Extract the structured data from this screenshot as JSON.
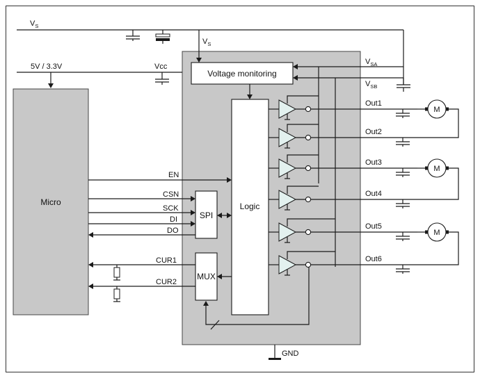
{
  "colors": {
    "chip_fill": "#c8c8c8",
    "micro_fill": "#c8c8c8",
    "block_fill": "#ffffff",
    "buffer_fill": "#e3f1ef",
    "wire": "#1a1a1a"
  },
  "supply": {
    "vs_main": "V",
    "vs_main_sub": "S",
    "vs_internal": "V",
    "vs_internal_sub": "S",
    "micro_supply": "5V / 3.3V",
    "vcc": "Vcc",
    "vsa": "V",
    "vsa_sub": "SA",
    "vsb": "V",
    "vsb_sub": "SB",
    "gnd": "GND"
  },
  "blocks": {
    "micro": "Micro",
    "voltage_monitoring": "Voltage monitoring",
    "logic": "Logic",
    "spi": "SPI",
    "mux": "MUX"
  },
  "signals": [
    "EN",
    "CSN",
    "SCK",
    "DI",
    "DO",
    "CUR1",
    "CUR2"
  ],
  "outputs": [
    "Out1",
    "Out2",
    "Out3",
    "Out4",
    "Out5",
    "Out6"
  ],
  "motor_label": "M",
  "icons": [
    "capacitor-icon",
    "polarized-capacitor-icon",
    "resistor-icon",
    "motor-icon",
    "ground-icon",
    "buffer-amplifier-icon"
  ]
}
